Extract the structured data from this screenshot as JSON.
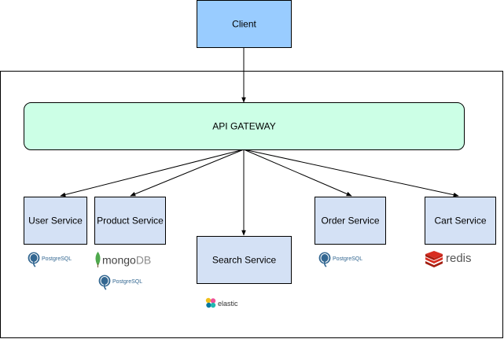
{
  "diagram": {
    "client": {
      "label": "Client"
    },
    "gateway": {
      "label": "API GATEWAY"
    },
    "services": [
      {
        "label": "User Service"
      },
      {
        "label": "Product Service"
      },
      {
        "label": "Search Service"
      },
      {
        "label": "Order Service"
      },
      {
        "label": "Cart Service"
      }
    ],
    "databases": {
      "user_db": {
        "label": "PostgreSQL"
      },
      "product_db_primary": {
        "label_main": "mongo",
        "label_suffix": "DB"
      },
      "product_db_secondary": {
        "label": "PostgreSQL"
      },
      "search_db": {
        "label": "elastic"
      },
      "order_db": {
        "label": "PostgreSQL"
      },
      "cart_db": {
        "label": "redis"
      }
    },
    "colors": {
      "client_fill": "#99ccff",
      "gateway_fill": "#ccffe6",
      "service_fill": "#d4e1f5",
      "stroke": "#000000",
      "postgres_blue": "#336791",
      "mongo_green": "#4fa94d",
      "redis_red": "#d82c20",
      "elastic_yellow": "#f0bf1a",
      "elastic_pink": "#ef5098",
      "elastic_teal": "#20b9af",
      "elastic_blue": "#0779a1"
    }
  }
}
